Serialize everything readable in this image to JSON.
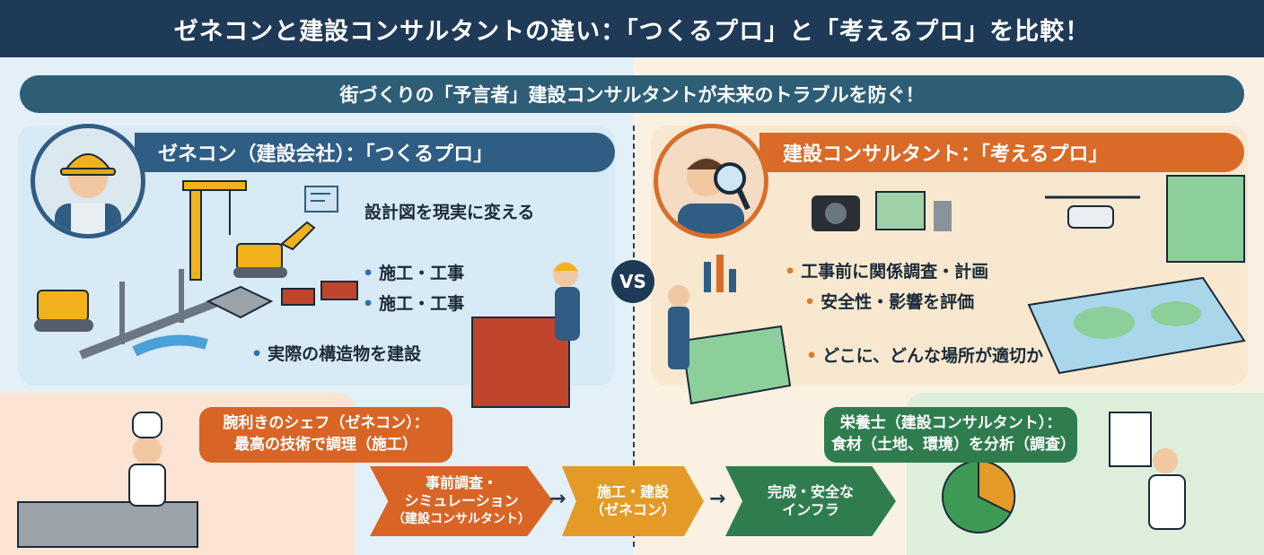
{
  "title": "ゼネコンと建設コンサルタントの違い：「つくるプロ」と「考えるプロ」を比較！",
  "subtitle": "街づくりの「予言者」建設コンサルタントが未来のトラブルを防ぐ！",
  "left": {
    "header": "ゼネコン（建設会社）：「つくるプロ」",
    "main_point": "設計図を現実に変える",
    "bullets": [
      "施工・工事",
      "施工・工事",
      "実際の構造物を建設"
    ]
  },
  "vs": "VS",
  "right": {
    "header": "建設コンサルタント：「考えるプロ」",
    "bullets": [
      "工事前に関係調査・計画",
      "安全性・影響を評価",
      "どこに、どんな場所が適切か"
    ]
  },
  "analogy": {
    "chef": {
      "line1": "腕利きのシェフ（ゼネコン）：",
      "line2": "最高の技術で調理（施工）"
    },
    "dietitian": {
      "line1": "栄養士（建設コンサルタント）：",
      "line2": "食材（土地、環境）を分析（調査）"
    }
  },
  "flow": [
    {
      "lines": [
        "事前調査・",
        "シミュレーション",
        "（建設コンサルタント）"
      ]
    },
    {
      "lines": [
        "施工・建設",
        "（ゼネコン）"
      ]
    },
    {
      "lines": [
        "完成・安全な",
        "インフラ"
      ]
    }
  ],
  "colors": {
    "navy": "#1f3a56",
    "blue": "#2f5d84",
    "orange": "#d96a27",
    "green": "#2f7d4f",
    "yellow": "#e39a27"
  }
}
